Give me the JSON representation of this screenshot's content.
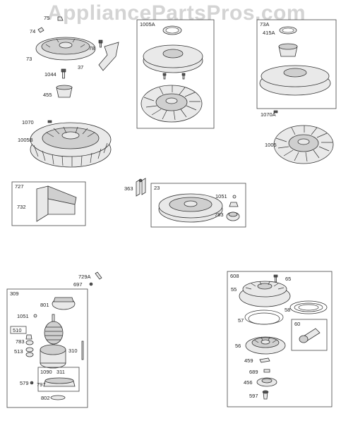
{
  "watermark": "AppliancePartsPros.com",
  "callouts": {
    "c75": "75",
    "c74": "74",
    "c73": "73",
    "c78": "78",
    "c37": "37",
    "c1044": "1044",
    "c455": "455",
    "c1070": "1070",
    "c1005B": "1005B",
    "c1070A": "1070A",
    "c1005": "1005",
    "c1005A": "1005A",
    "c73A": "73A",
    "c415A": "415A",
    "c727": "727",
    "c732": "732",
    "c363": "363",
    "c23": "23",
    "c1051a": "1051",
    "c783a": "783",
    "c729A": "729A",
    "c697": "697",
    "c309": "309",
    "c801": "801",
    "c1051b": "1051",
    "c510": "510",
    "c783b": "783",
    "c513": "513",
    "c310": "310",
    "c1090": "1090",
    "c311": "311",
    "c797": "797",
    "c579": "579",
    "c802": "802",
    "c608": "608",
    "c65": "65",
    "c55": "55",
    "c58": "58",
    "c57": "57",
    "c60": "60",
    "c56": "56",
    "c459": "459",
    "c689": "689",
    "c456": "456",
    "c597": "597"
  }
}
